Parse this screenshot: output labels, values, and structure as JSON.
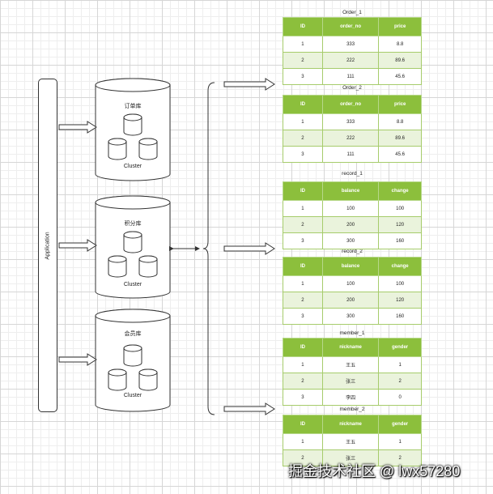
{
  "application": {
    "label": "Application"
  },
  "clusters": [
    {
      "title": "订单库",
      "subtitle": "Cluster"
    },
    {
      "title": "积分库",
      "subtitle": "Cluster"
    },
    {
      "title": "会员库",
      "subtitle": "Cluster"
    }
  ],
  "tables": [
    {
      "title": "Order_1",
      "headers": [
        "ID",
        "order_no",
        "price"
      ],
      "rows": [
        [
          "1",
          "333",
          "8.8"
        ],
        [
          "2",
          "222",
          "89.6"
        ],
        [
          "3",
          "111",
          "45.6"
        ]
      ]
    },
    {
      "title": "Order_2",
      "headers": [
        "ID",
        "order_no",
        "price"
      ],
      "rows": [
        [
          "1",
          "333",
          "8.8"
        ],
        [
          "2",
          "222",
          "89.6"
        ],
        [
          "3",
          "111",
          "45.6"
        ]
      ]
    },
    {
      "title": "record_1",
      "headers": [
        "ID",
        "balance",
        "change"
      ],
      "rows": [
        [
          "1",
          "100",
          "100"
        ],
        [
          "2",
          "200",
          "120"
        ],
        [
          "3",
          "300",
          "160"
        ]
      ]
    },
    {
      "title": "record_2",
      "headers": [
        "ID",
        "balance",
        "change"
      ],
      "rows": [
        [
          "1",
          "100",
          "100"
        ],
        [
          "2",
          "200",
          "120"
        ],
        [
          "3",
          "300",
          "160"
        ]
      ]
    },
    {
      "title": "member_1",
      "headers": [
        "ID",
        "nickname",
        "gender"
      ],
      "rows": [
        [
          "1",
          "王五",
          "1"
        ],
        [
          "2",
          "张三",
          "2"
        ],
        [
          "3",
          "李四",
          "0"
        ]
      ]
    },
    {
      "title": "member_2",
      "headers": [
        "ID",
        "nickname",
        "gender"
      ],
      "rows": [
        [
          "1",
          "王五",
          "1"
        ],
        [
          "2",
          "张三",
          "2"
        ]
      ]
    }
  ],
  "watermark": "掘金技术社区 @ lwx57280",
  "colors": {
    "header_green": "#8cbf3c",
    "row_green": "#eaf3dc",
    "line": "#333333"
  }
}
